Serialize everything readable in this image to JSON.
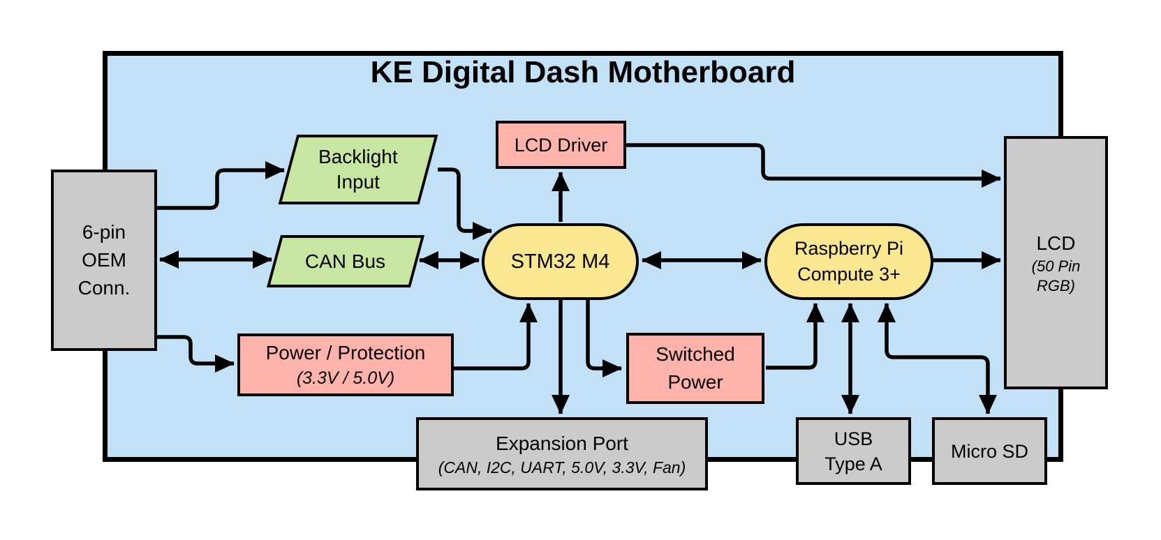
{
  "title": "KE Digital Dash Motherboard",
  "colors": {
    "board_fill": "#C3E1F6",
    "connector_gray": "#CBCBCB",
    "power_pink": "#FFB3AB",
    "input_green": "#C7E6A2",
    "cpu_yellow": "#FBE78F",
    "stroke": "#000000"
  },
  "nodes": {
    "oem_connector": {
      "line1": "6-pin",
      "line2": "OEM",
      "line3": "Conn."
    },
    "backlight_input": {
      "line1": "Backlight",
      "line2": "Input"
    },
    "can_bus": {
      "label": "CAN Bus"
    },
    "lcd_driver": {
      "label": "LCD Driver"
    },
    "stm32": {
      "label": "STM32 M4"
    },
    "raspberry_pi": {
      "line1": "Raspberry Pi",
      "line2": "Compute 3+"
    },
    "power_protection": {
      "label": "Power / Protection",
      "sublabel": "(3.3V / 5.0V)"
    },
    "switched_power": {
      "line1": "Switched",
      "line2": "Power"
    },
    "expansion_port": {
      "label": "Expansion Port",
      "sublabel": "(CAN, I2C, UART, 5.0V, 3.3V, Fan)"
    },
    "usb_type_a": {
      "line1": "USB",
      "line2": "Type A"
    },
    "micro_sd": {
      "label": "Micro SD"
    },
    "lcd": {
      "label": "LCD",
      "subline1": "(50 Pin",
      "subline2": "RGB)"
    }
  },
  "edges": [
    {
      "from": "oem_connector",
      "to": "backlight_input",
      "bidirectional": false
    },
    {
      "from": "oem_connector",
      "to": "can_bus",
      "bidirectional": true
    },
    {
      "from": "can_bus",
      "to": "stm32",
      "bidirectional": true
    },
    {
      "from": "backlight_input",
      "to": "stm32",
      "bidirectional": false
    },
    {
      "from": "stm32",
      "to": "lcd_driver",
      "bidirectional": false
    },
    {
      "from": "lcd_driver",
      "to": "lcd",
      "bidirectional": false
    },
    {
      "from": "stm32",
      "to": "raspberry_pi",
      "bidirectional": true
    },
    {
      "from": "raspberry_pi",
      "to": "lcd",
      "bidirectional": false
    },
    {
      "from": "power_protection",
      "to": "stm32",
      "bidirectional": false
    },
    {
      "from": "oem_connector",
      "to": "power_protection",
      "bidirectional": false
    },
    {
      "from": "stm32",
      "to": "expansion_port",
      "bidirectional": false
    },
    {
      "from": "stm32",
      "to": "switched_power",
      "bidirectional": false
    },
    {
      "from": "switched_power",
      "to": "raspberry_pi",
      "bidirectional": false
    },
    {
      "from": "usb_type_a",
      "to": "raspberry_pi",
      "bidirectional": true
    },
    {
      "from": "micro_sd",
      "to": "raspberry_pi",
      "bidirectional": true
    }
  ]
}
